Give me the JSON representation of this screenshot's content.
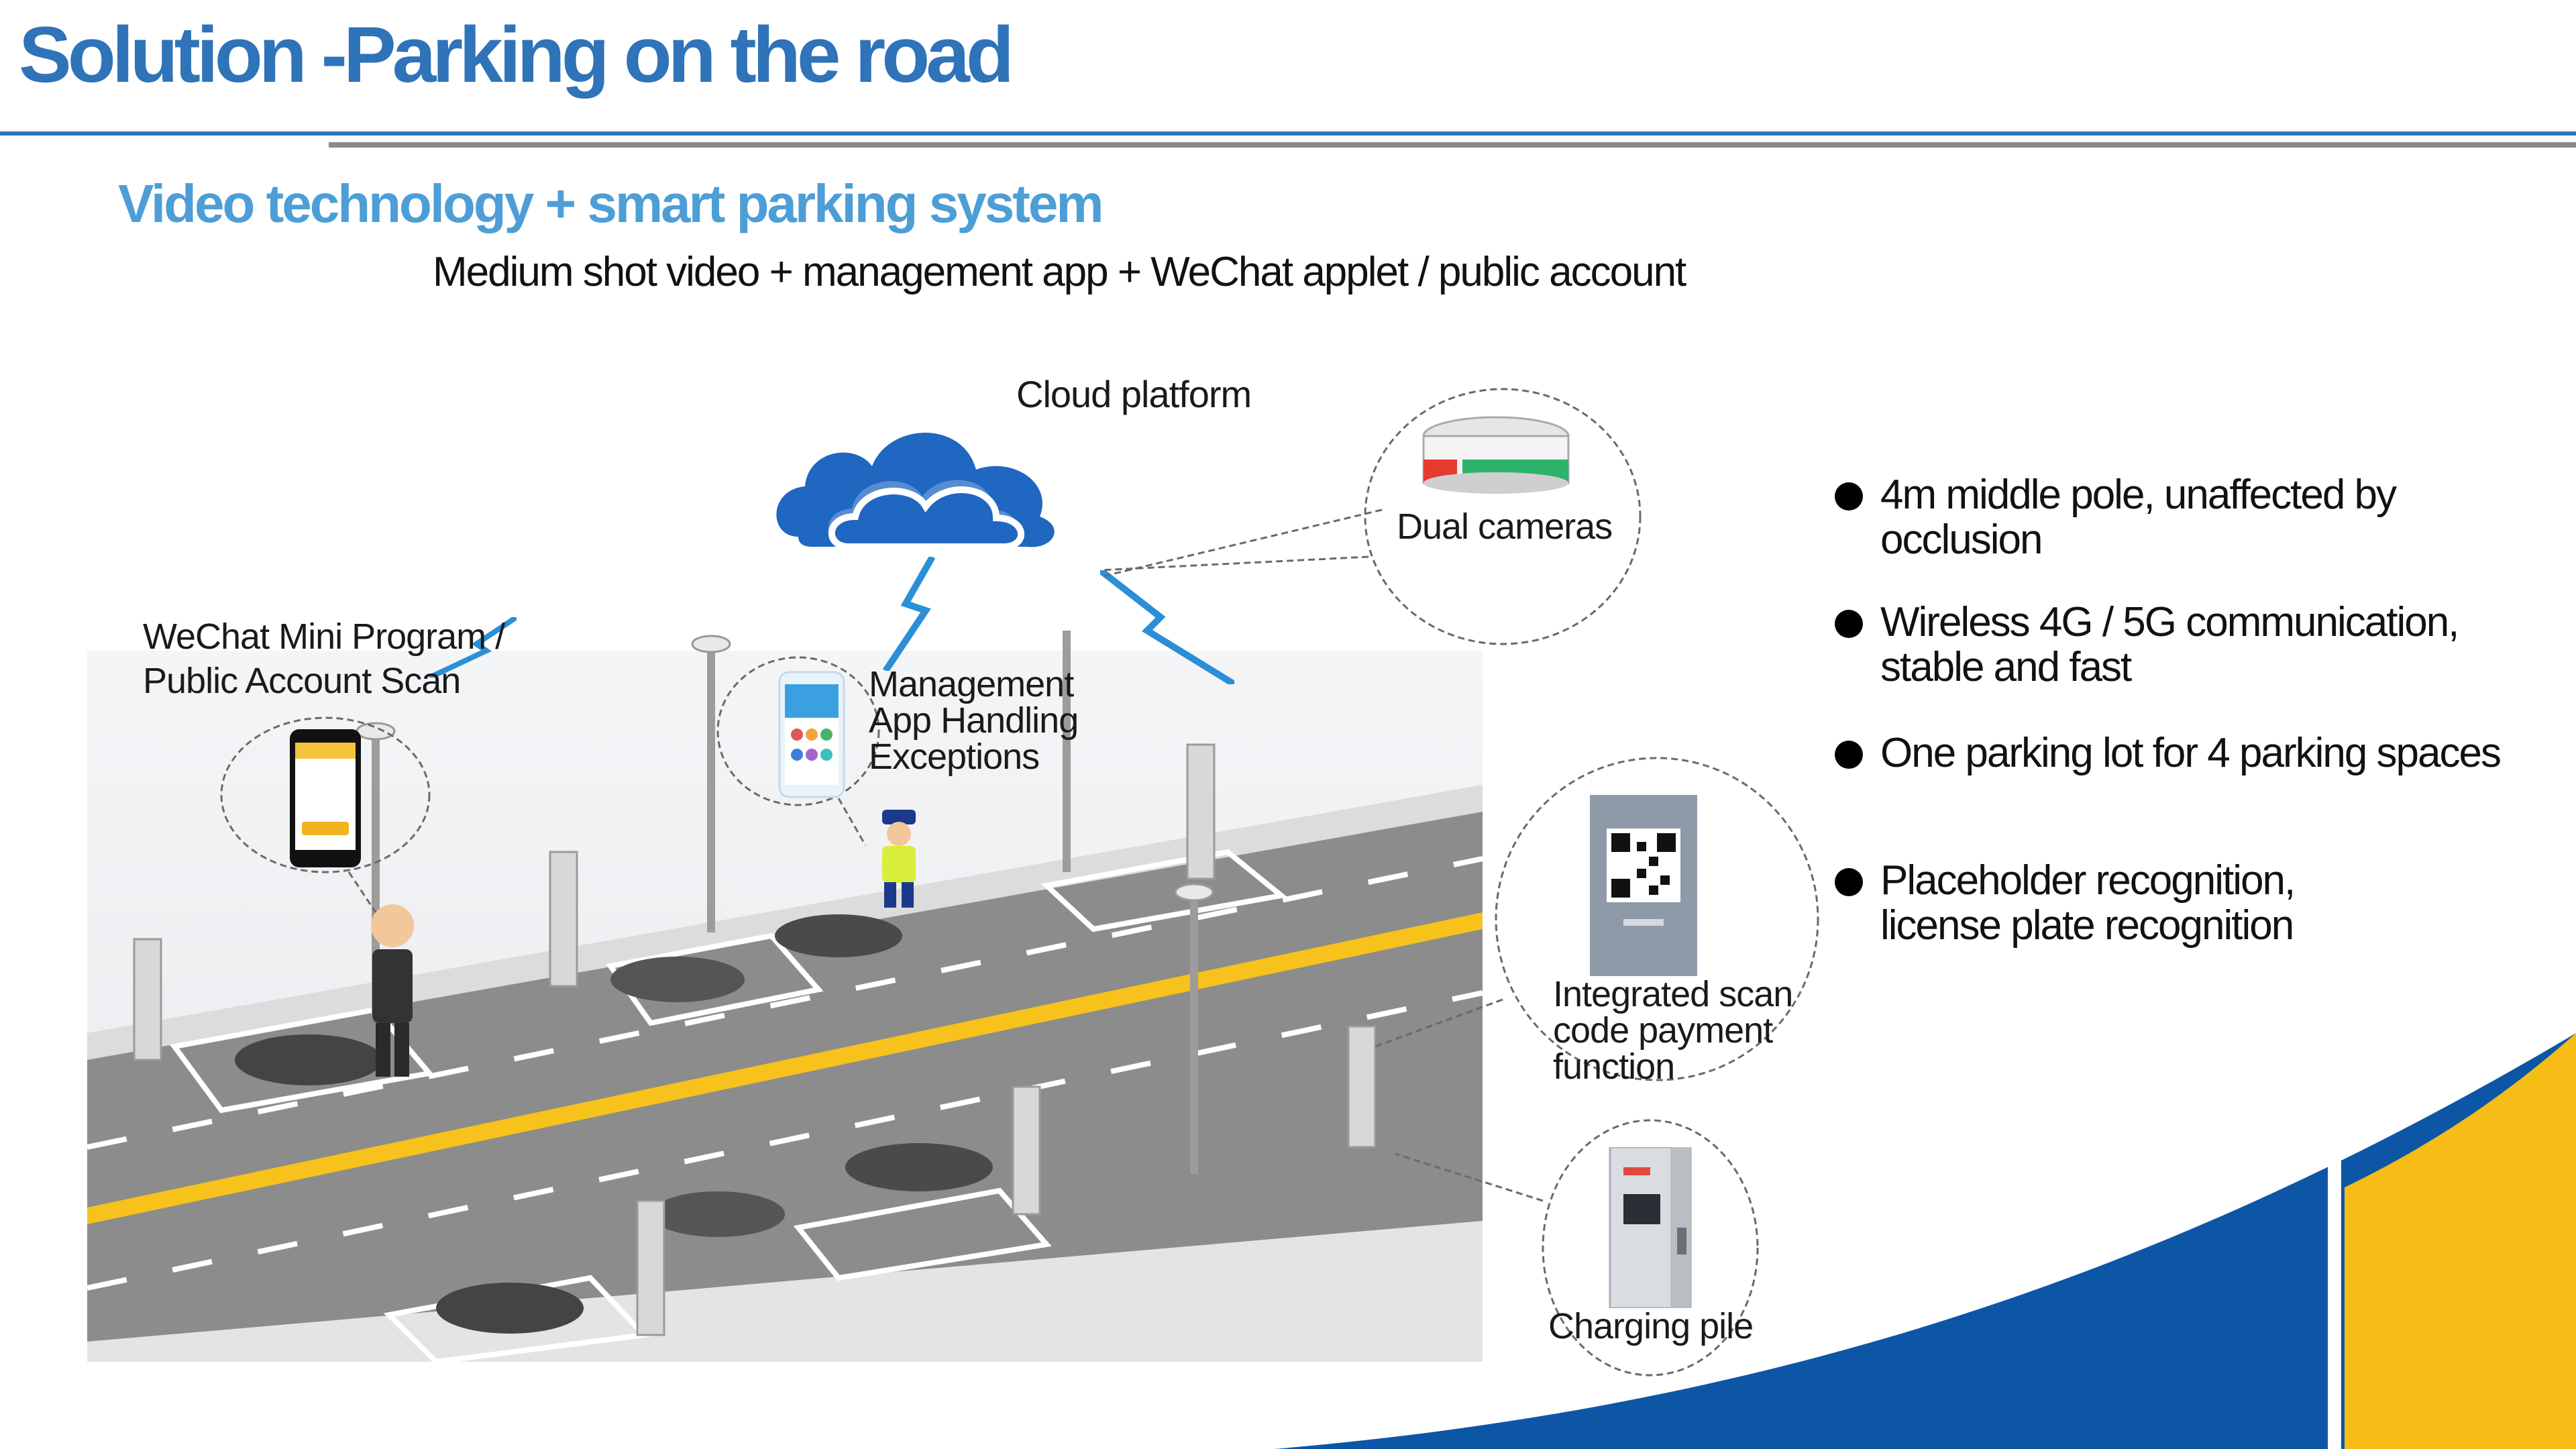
{
  "header": {
    "title": "Solution -Parking on the road"
  },
  "section": {
    "subtitle": "Video technology + smart parking system",
    "tagline": "Medium shot video + management app + WeChat applet / public account"
  },
  "diagram": {
    "cloud_label": "Cloud platform",
    "dual_cameras_label": "Dual cameras",
    "wechat_label_line1": "WeChat Mini Program /",
    "wechat_label_line2": "Public Account Scan",
    "management_label_line1": "Management",
    "management_label_line2": "App Handling",
    "management_label_line3": "Exceptions",
    "scan_label_line1": "Integrated scan",
    "scan_label_line2": "code payment",
    "scan_label_line3": "function",
    "charging_label": "Charging pile"
  },
  "features": [
    {
      "line1": "4m middle pole, unaffected by",
      "line2": "occlusion"
    },
    {
      "line1": "Wireless 4G / 5G communication,",
      "line2": "stable and fast"
    },
    {
      "line1": "One parking lot for 4 parking spaces",
      "line2": ""
    },
    {
      "line1": "Placeholder recognition,",
      "line2": "license plate recognition"
    }
  ],
  "colors": {
    "brand_blue": "#2f73b9",
    "light_blue": "#4d9ed6",
    "accent_yellow": "#f6bd16",
    "deep_blue": "#0d56a6",
    "road_gray": "#8c8c8c"
  },
  "icons": [
    "cloud-icon",
    "phone-icon",
    "camera-icon",
    "qr-code-icon",
    "charging-pile-icon",
    "traffic-officer-icon",
    "signal-bolt-icon"
  ]
}
